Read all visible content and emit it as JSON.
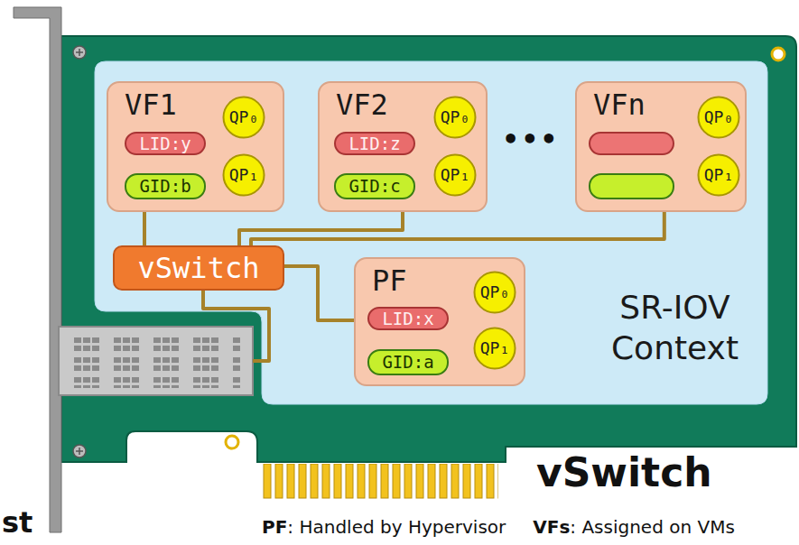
{
  "diagram": {
    "nodes": [
      {
        "text": [
          "SR-IOV Context"
        ]
      },
      {
        "text": [
          "VF1"
        ],
        "in": 0
      },
      {
        "text": [
          "LID:y"
        ],
        "in": 1
      },
      {
        "text": [
          "GID:b"
        ],
        "in": 1
      },
      {
        "text": [
          "QP₀"
        ],
        "in": 1
      },
      {
        "text": [
          "QP₁"
        ],
        "in": 1
      },
      {
        "text": [
          "VF2"
        ],
        "in": 0
      },
      {
        "text": [
          "LID:z"
        ],
        "in": 6
      },
      {
        "text": [
          "GID:c"
        ],
        "in": 6
      },
      {
        "text": [
          "QP₀"
        ],
        "in": 6
      },
      {
        "text": [
          "QP₁"
        ],
        "in": 6
      },
      {
        "text": [
          "VFn"
        ],
        "in": 0
      },
      {
        "text": [
          "QP₀"
        ],
        "in": 11
      },
      {
        "text": [
          "QP₁"
        ],
        "in": 11
      },
      {
        "text": [
          "vSwitch"
        ],
        "in": 0
      },
      {
        "text": [
          "PF"
        ],
        "in": 0
      },
      {
        "text": [
          "LID:x"
        ],
        "in": 15
      },
      {
        "text": [
          "GID:a"
        ],
        "in": 15
      },
      {
        "text": [
          "QP₀"
        ],
        "in": 15
      },
      {
        "text": [
          "QP₁"
        ],
        "in": 15
      }
    ],
    "edges": [
      {
        "from": 14,
        "to": 1,
        "arrow": "none"
      },
      {
        "from": 14,
        "to": 6,
        "arrow": "none"
      },
      {
        "from": 14,
        "to": 11,
        "arrow": "none"
      },
      {
        "from": 14,
        "to": 15,
        "arrow": "none"
      }
    ],
    "labels": [
      "•••",
      "vSwitch",
      "st",
      "PF",
      ": Handled by Hypervisor",
      "VFs",
      ": Assigned on VMs"
    ]
  }
}
